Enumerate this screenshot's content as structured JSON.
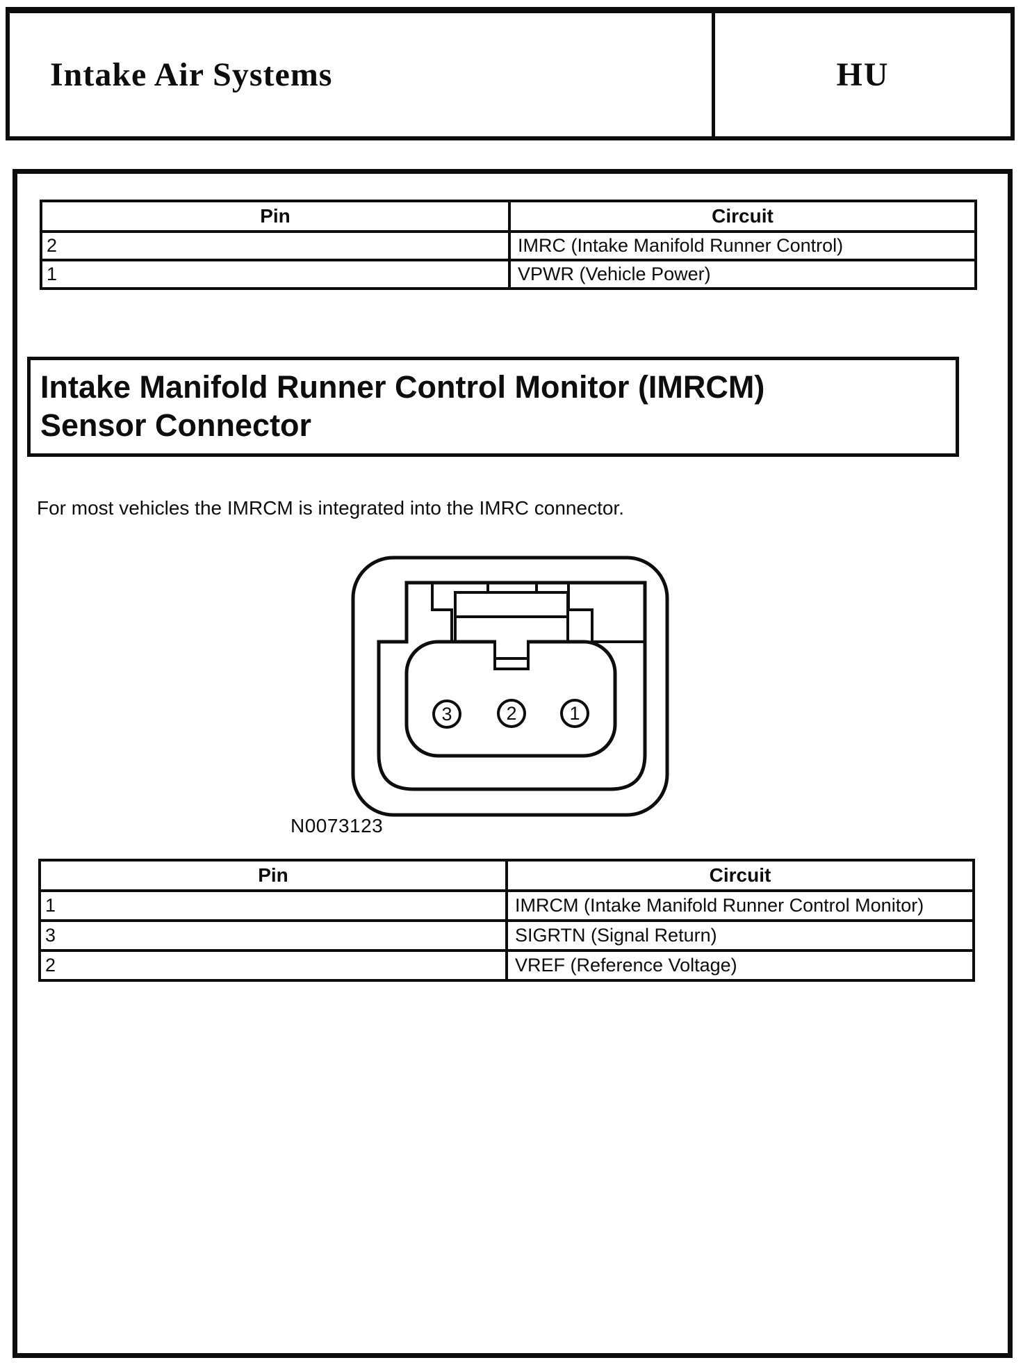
{
  "page_header": {
    "title": "Intake Air Systems",
    "section_code": "HU"
  },
  "pin_table_top": {
    "headers": {
      "pin": "Pin",
      "circuit": "Circuit"
    },
    "rows": [
      {
        "pin": "2",
        "circuit": "IMRC (Intake Manifold Runner Control)"
      },
      {
        "pin": "1",
        "circuit": "VPWR (Vehicle Power)"
      }
    ]
  },
  "section": {
    "title_line1": "Intake Manifold Runner Control Monitor (IMRCM)",
    "title_line2": "Sensor Connector",
    "intro": "For most vehicles the IMRCM is integrated into the IMRC connector."
  },
  "diagram": {
    "figure_id": "N0073123",
    "pins": [
      "3",
      "2",
      "1"
    ]
  },
  "pin_table_bottom": {
    "headers": {
      "pin": "Pin",
      "circuit": "Circuit"
    },
    "rows": [
      {
        "pin": "1",
        "circuit": "IMRCM (Intake Manifold Runner Control Monitor)"
      },
      {
        "pin": "3",
        "circuit": "SIGRTN (Signal Return)"
      },
      {
        "pin": "2",
        "circuit": "VREF (Reference Voltage)"
      }
    ]
  },
  "colors": {
    "ink": "#0d0d0d",
    "paper": "#ffffff"
  }
}
